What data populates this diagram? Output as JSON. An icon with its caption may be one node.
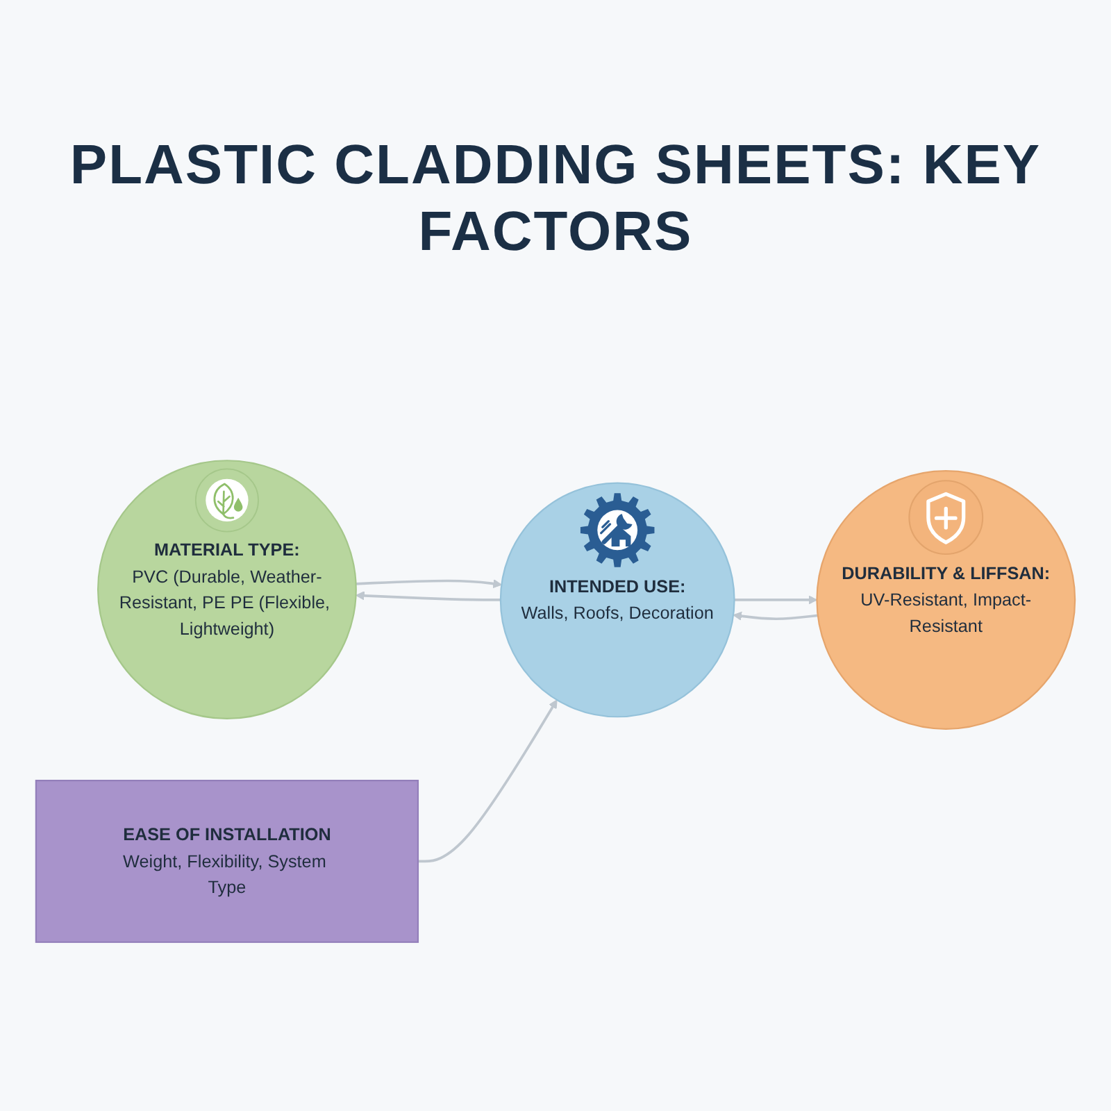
{
  "diagram": {
    "title": "PLASTIC CLADDING SHEETS: KEY FACTORS",
    "nodes": [
      {
        "text": [
          "MATERIAL TYPE:",
          "PVC (Durable, Weather-Resistant, PE PE (Flexible, Lightweight)"
        ]
      },
      {
        "text": [
          "INTENDED USE:",
          "Walls, Roofs, Decoration"
        ]
      },
      {
        "text": [
          "DURABILITY & LIFFSAN:",
          "UV-Resistant, Impact-Resistant"
        ]
      },
      {
        "text": [
          "EASE OF INSTALLATION",
          "Weight, Flexibility, System Type"
        ]
      }
    ],
    "edges": [
      {
        "from": 0,
        "to": 1,
        "arrow": "to"
      },
      {
        "from": 2,
        "to": 1,
        "arrow": "to"
      },
      {
        "from": 1,
        "to": 0,
        "arrow": "to"
      },
      {
        "from": 1,
        "to": 2,
        "arrow": "to"
      },
      {
        "from": 3,
        "to": 1,
        "arrow": "to"
      }
    ]
  }
}
